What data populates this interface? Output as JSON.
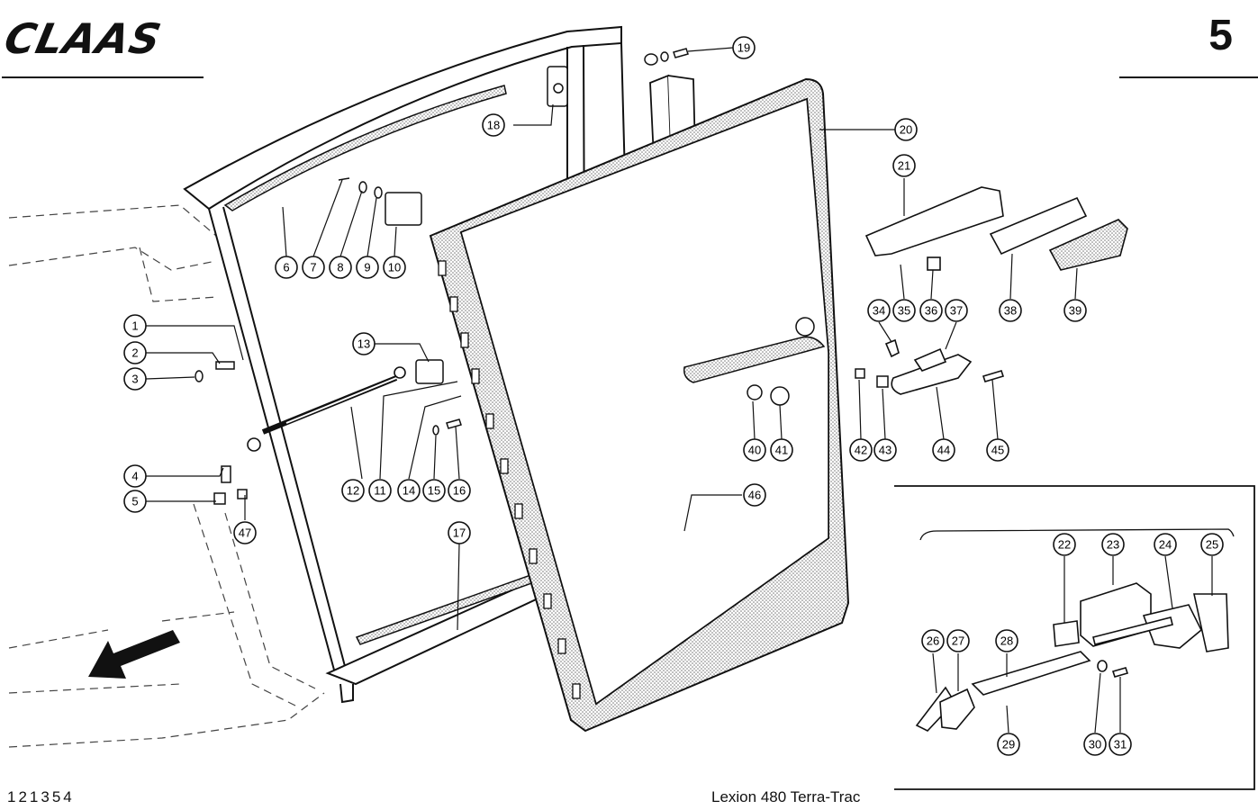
{
  "header": {
    "brand": "CLAAS",
    "page_number": "5"
  },
  "footer": {
    "document_id": "121354",
    "model": "Lexion 480 Terra-Trac"
  },
  "callouts": [
    "1",
    "2",
    "3",
    "4",
    "5",
    "6",
    "7",
    "8",
    "9",
    "10",
    "11",
    "12",
    "13",
    "14",
    "15",
    "16",
    "17",
    "18",
    "19",
    "20",
    "21",
    "22",
    "23",
    "24",
    "25",
    "26",
    "27",
    "28",
    "29",
    "30",
    "31",
    "34",
    "35",
    "36",
    "37",
    "38",
    "39",
    "40",
    "41",
    "42",
    "43",
    "44",
    "45",
    "46",
    "47"
  ]
}
